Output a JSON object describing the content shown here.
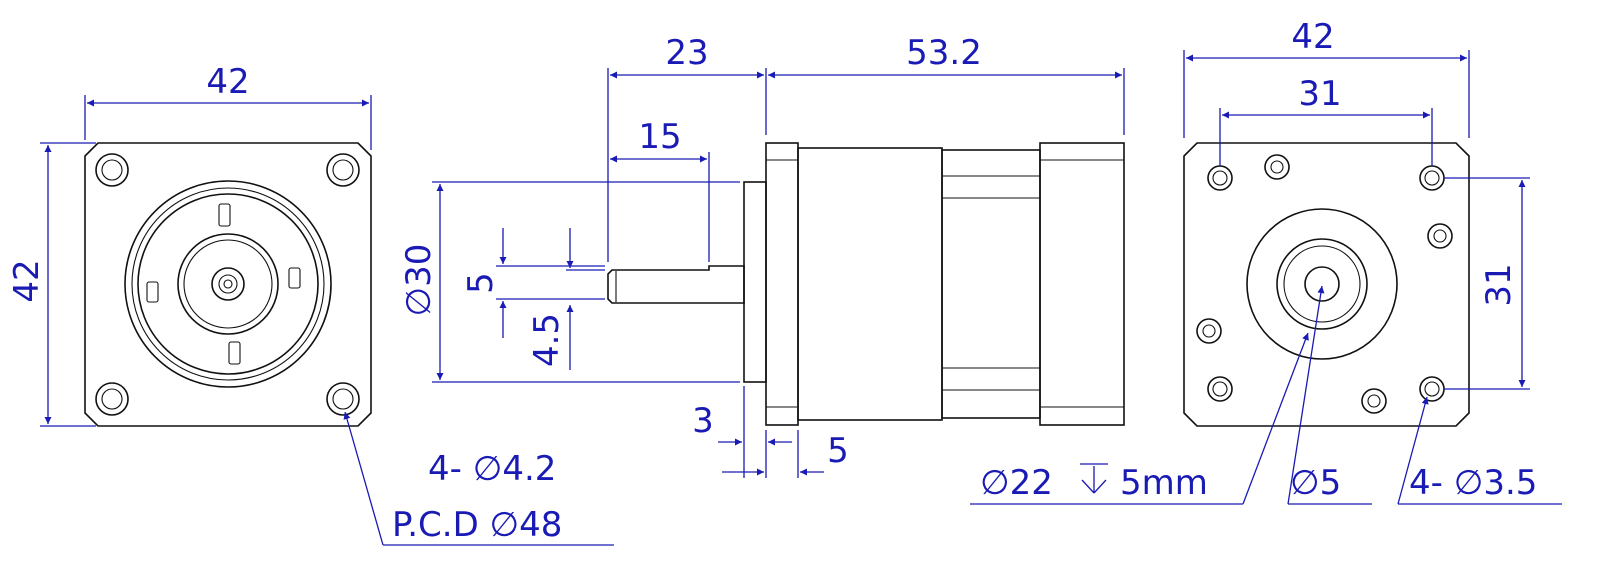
{
  "front_view": {
    "width": "42",
    "height": "42",
    "hole_callout_line1": "4- ∅4.2",
    "hole_callout_line2": "P.C.D ∅48"
  },
  "side_view": {
    "shaft_length": "23",
    "flat_length": "15",
    "body_length": "53.2",
    "flange_diameter": "∅30",
    "shaft_height": "5",
    "flat_height": "4.5",
    "pilot_length": "3",
    "flange_length": "5"
  },
  "rear_view": {
    "width": "42",
    "hole_spacing_x": "31",
    "hole_spacing_y": "31",
    "bore_callout": "∅22",
    "bore_depth": "5mm",
    "shaft_callout": "∅5",
    "hole_callout": "4- ∅3.5"
  },
  "colors": {
    "dimension": "#1a1ab4",
    "outline": "#111111"
  }
}
